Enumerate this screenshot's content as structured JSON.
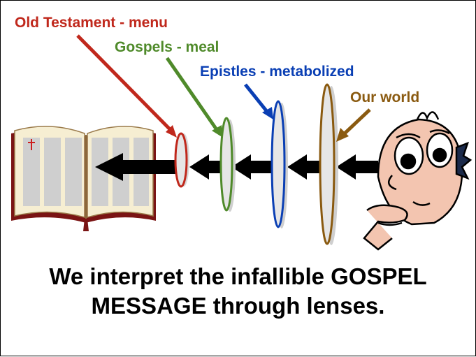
{
  "labels": {
    "old_testament": {
      "text": "Old Testament  - menu",
      "color": "#c0281c"
    },
    "gospels": {
      "text": "Gospels  - meal",
      "color": "#4f8a2a"
    },
    "epistles": {
      "text": "Epistles  - metabolized",
      "color": "#0a3fb4"
    },
    "our_world": {
      "text": "Our world",
      "color": "#8a5a10"
    }
  },
  "caption": {
    "line1": "We interpret the infallible GOSPEL",
    "line2": "MESSAGE through lenses."
  },
  "icons": [
    "bible-icon",
    "lens-icon",
    "arrow-left-icon",
    "thinking-man-icon",
    "cross-icon"
  ]
}
